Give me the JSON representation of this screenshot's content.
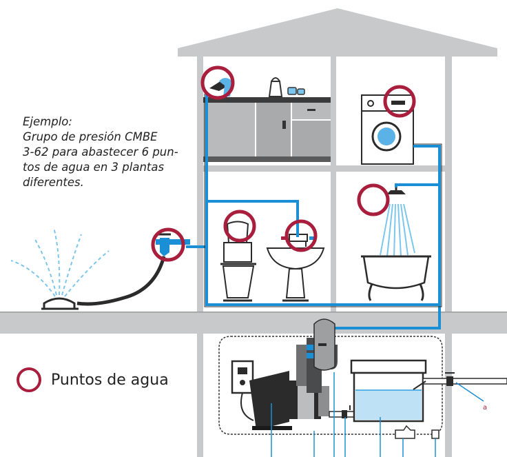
{
  "caption": {
    "line1": "Ejemplo:",
    "line2": "Grupo de presión CMBE",
    "line3": "3-62 para abastecer 6 pun-",
    "line4": "tos de agua en 3 plantas",
    "line5": "diferentes."
  },
  "legend": {
    "label": "Puntos de agua"
  },
  "callout": {
    "a": "a"
  },
  "colors": {
    "pipe": "#1a8fd6",
    "ring": "#a81e3c",
    "house": "#c8c9ca",
    "water": "#7cc6ee",
    "pump": "#2b2b2b"
  },
  "water_points_count": 6
}
